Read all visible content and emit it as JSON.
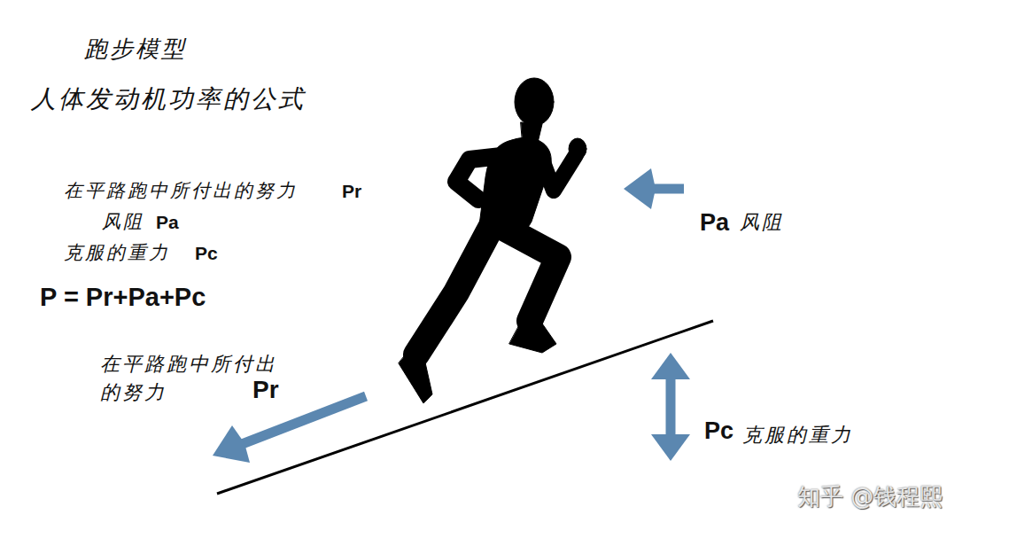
{
  "diagram": {
    "title": "跑步模型",
    "labels": [
      "人体发动机功率的公式",
      "在平路跑中所付出的努力",
      "Pr",
      "风阻",
      "Pa",
      "克服的重力",
      "Pc",
      "P = Pr+Pa+Pc",
      "在平路跑中所付出的努力",
      "Pr",
      "Pa",
      "风阻",
      "Pc",
      "克服的重力",
      "知乎 @钱程熙"
    ]
  }
}
